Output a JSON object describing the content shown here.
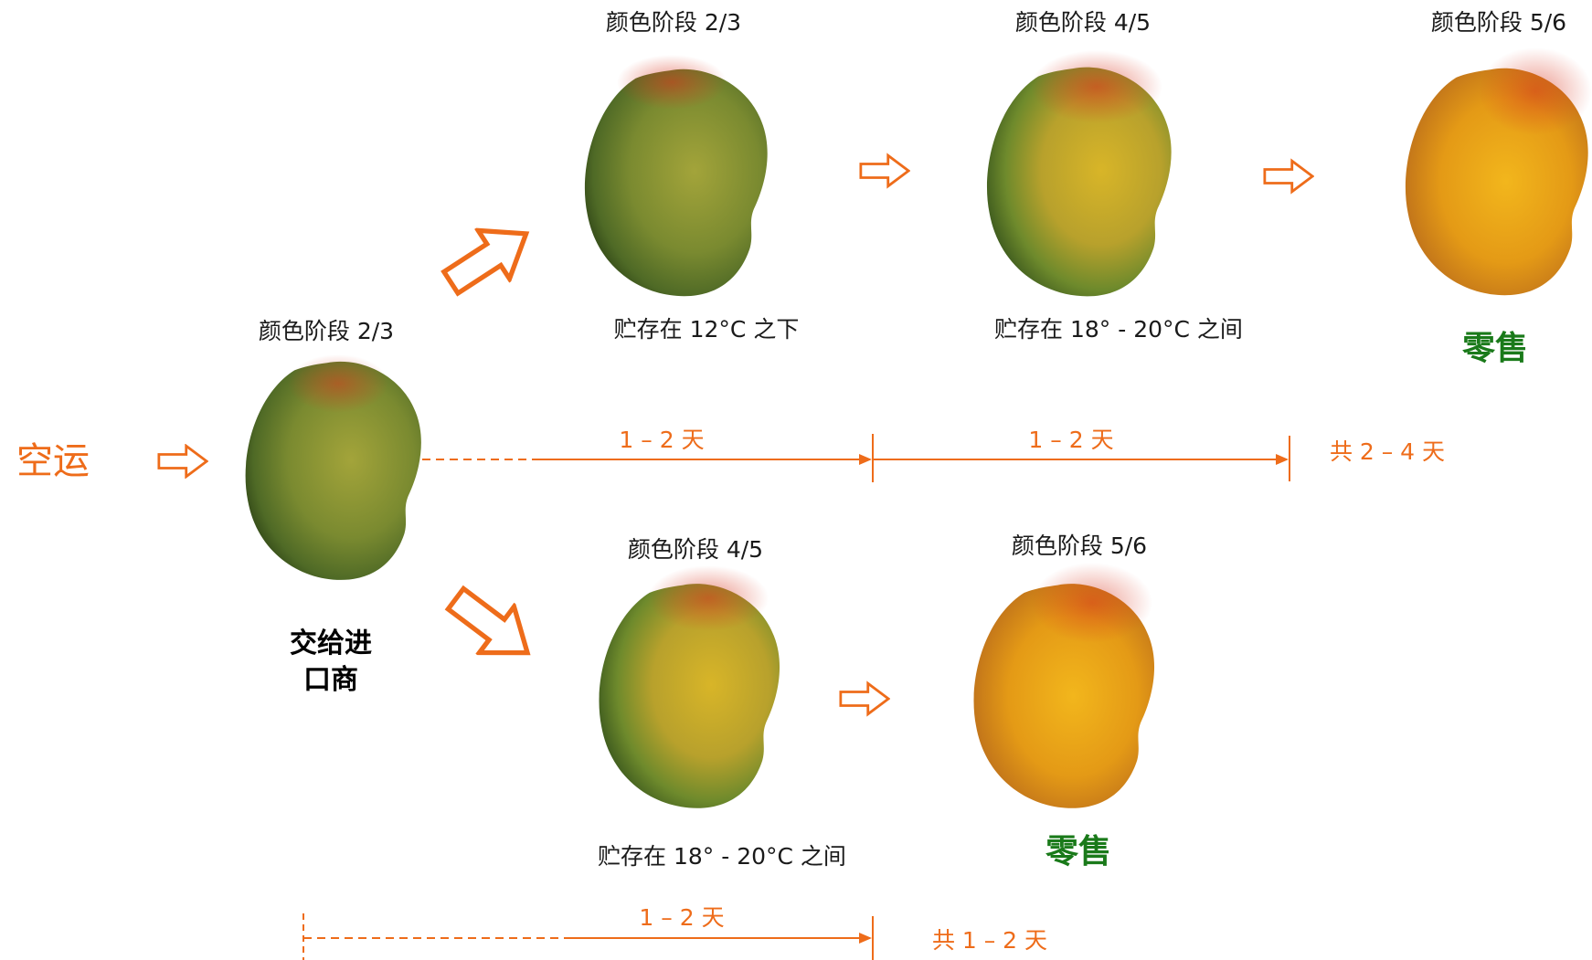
{
  "colors": {
    "accent": "#ee6c1a",
    "retail": "#1a7a1a",
    "text": "#1a1a1a"
  },
  "start": {
    "transport_label": "空运",
    "stage_label": "颜色阶段 2/3",
    "handover_line1": "交给进",
    "handover_line2": "口商"
  },
  "upper_path": {
    "step1_stage": "颜色阶段 2/3",
    "step1_storage": "贮存在 12°C 之下",
    "step2_stage": "颜色阶段 4/5",
    "step2_storage": "贮存在 18° - 20°C 之间",
    "step3_stage": "颜色阶段 5/6",
    "step3_result": "零售",
    "duration_1": "1 – 2 天",
    "duration_2": "1 – 2 天",
    "total": "共 2 – 4 天"
  },
  "lower_path": {
    "step1_stage": "颜色阶段 4/5",
    "step1_storage": "贮存在 18° - 20°C 之间",
    "step2_stage": "颜色阶段 5/6",
    "step2_result": "零售",
    "duration_1": "1 – 2 天",
    "total": "共 1 – 2 天"
  },
  "icons": {
    "arrow": "hollow-block-arrow-icon",
    "fruit": "mango-icon"
  }
}
